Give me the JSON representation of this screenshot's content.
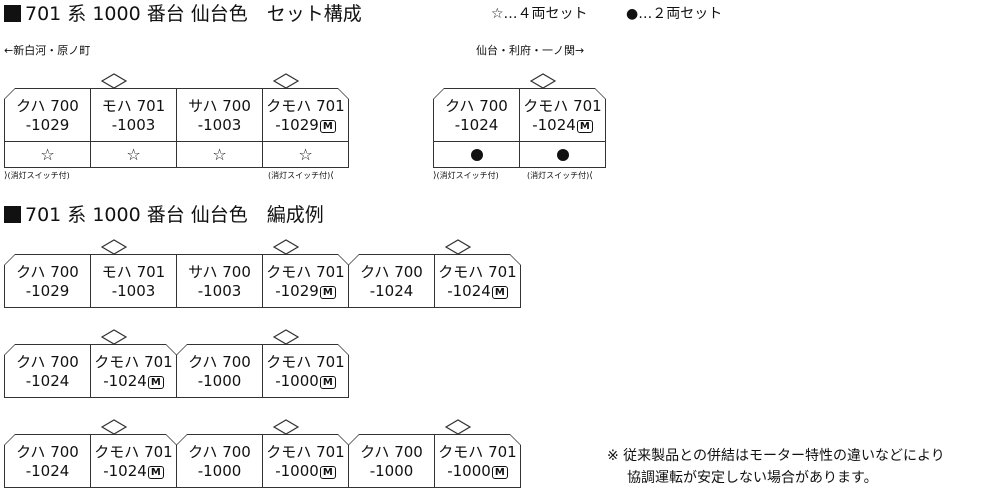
{
  "headings": [
    "701 系 1000 番台 仙台色　セット構成",
    "701 系 1000 番台 仙台色　編成例"
  ],
  "legend": {
    "star": "☆…４両セット",
    "dot": "●…２両セット"
  },
  "directions": {
    "left": "←新白河・原ノ町",
    "right": "仙台・利府・一ノ関→"
  },
  "switch_label": "(消灯スイッチ付)",
  "motor_badge": "M",
  "sets": [
    {
      "name": "4-car",
      "cars": [
        {
          "l1": "クハ 700",
          "l2": "-1029",
          "motor": false,
          "mark": "☆"
        },
        {
          "l1": "モハ 701",
          "l2": "-1003",
          "motor": false,
          "mark": "☆"
        },
        {
          "l1": "サハ 700",
          "l2": "-1003",
          "motor": false,
          "mark": "☆"
        },
        {
          "l1": "クモハ 701",
          "l2": "-1029",
          "motor": true,
          "mark": "☆"
        }
      ]
    },
    {
      "name": "2-car",
      "cars": [
        {
          "l1": "クハ 700",
          "l2": "-1024",
          "motor": false,
          "mark": "●"
        },
        {
          "l1": "クモハ 701",
          "l2": "-1024",
          "motor": true,
          "mark": "●"
        }
      ]
    }
  ],
  "examples": [
    {
      "cars": [
        {
          "l1": "クハ 700",
          "l2": "-1029",
          "motor": false
        },
        {
          "l1": "モハ 701",
          "l2": "-1003",
          "motor": false
        },
        {
          "l1": "サハ 700",
          "l2": "-1003",
          "motor": false
        },
        {
          "l1": "クモハ 701",
          "l2": "-1029",
          "motor": true
        },
        {
          "l1": "クハ 700",
          "l2": "-1024",
          "motor": false
        },
        {
          "l1": "クモハ 701",
          "l2": "-1024",
          "motor": true
        }
      ]
    },
    {
      "cars": [
        {
          "l1": "クハ 700",
          "l2": "-1024",
          "motor": false
        },
        {
          "l1": "クモハ 701",
          "l2": "-1024",
          "motor": true
        },
        {
          "l1": "クハ 700",
          "l2": "-1000",
          "motor": false
        },
        {
          "l1": "クモハ 701",
          "l2": "-1000",
          "motor": true
        }
      ]
    },
    {
      "cars": [
        {
          "l1": "クハ 700",
          "l2": "-1024",
          "motor": false
        },
        {
          "l1": "クモハ 701",
          "l2": "-1024",
          "motor": true
        },
        {
          "l1": "クハ 700",
          "l2": "-1000",
          "motor": false
        },
        {
          "l1": "クモハ 701",
          "l2": "-1000",
          "motor": true
        },
        {
          "l1": "クハ 700",
          "l2": "-1000",
          "motor": false
        },
        {
          "l1": "クモハ 701",
          "l2": "-1000",
          "motor": true
        }
      ]
    }
  ],
  "note": [
    "※ 従来製品との併結はモーター特性の違いなどにより",
    "協調運転が安定しない場合があります。"
  ]
}
